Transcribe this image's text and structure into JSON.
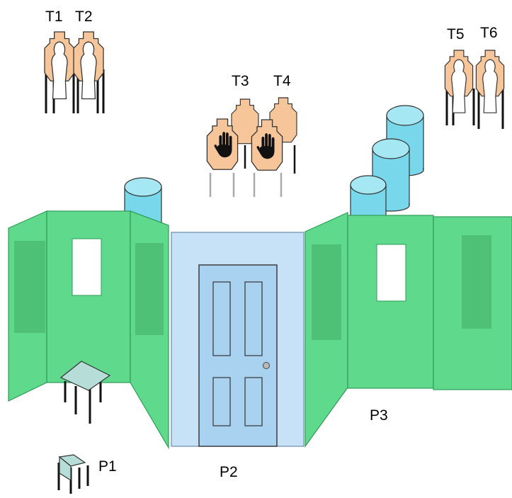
{
  "targets": {
    "t1": "T1",
    "t2": "T2",
    "t3": "T3",
    "t4": "T4",
    "t5": "T5",
    "t6": "T6"
  },
  "positions": {
    "p1": "P1",
    "p2": "P2",
    "p3": "P3"
  },
  "colors": {
    "wall": "#5fd98c",
    "wall_stroke": "#2f9c58",
    "window_shade": "#4cbc73",
    "barrel": "#78d7ea",
    "barrel_top": "#a6e7f4",
    "door_frame": "#c7e2f7",
    "door": "#a9d2f0",
    "target_skin": "#f6c59a",
    "table": "#b6ddd8"
  },
  "icons": {
    "hand_on_t3": "hand-icon",
    "hand_on_t4": "hand-icon"
  }
}
